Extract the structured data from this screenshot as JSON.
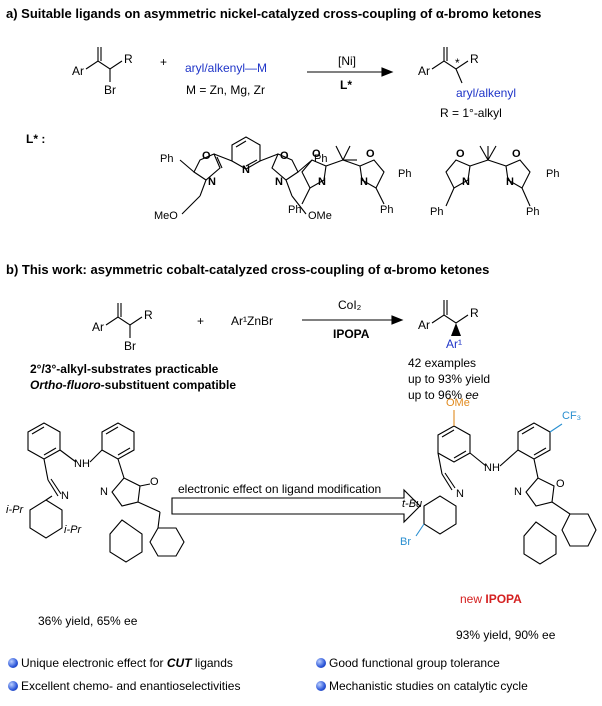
{
  "panel_a": {
    "title": "a) Suitable ligands on asymmetric nickel-catalyzed cross-coupling of  α-bromo ketones",
    "substrate": {
      "ar": "Ar",
      "r": "R",
      "br": "Br"
    },
    "plus": "+",
    "reagent": "aryl/alkenyl—M",
    "metals": "M = Zn, Mg, Zr",
    "catalyst": "[Ni]",
    "ligand": "L*",
    "product": {
      "ar": "Ar",
      "r": "R",
      "star": "*",
      "group": "aryl/alkenyl"
    },
    "r_note": "R = 1°-alkyl",
    "ligand_label": "L* :",
    "ligand1": {
      "ph_left": "Ph",
      "ph_right": "Ph",
      "meo": "MeO",
      "ome": "OMe"
    },
    "ligand2": {
      "ph_left": "Ph",
      "ph_right": "Ph"
    },
    "ligand3": {
      "ph_top_left": "Ph",
      "ph_top_right": "Ph",
      "ph_bot_left": "Ph",
      "ph_bot_right": "Ph"
    }
  },
  "panel_b": {
    "title": "b) This work: asymmetric cobalt-catalyzed cross-coupling of α-bromo ketones",
    "substrate": {
      "ar": "Ar",
      "r": "R",
      "br": "Br"
    },
    "plus": "+",
    "reagent": "Ar¹ZnBr",
    "catalyst": "CoI₂",
    "ligand": "IPOPA",
    "product": {
      "ar": "Ar",
      "r": "R",
      "ar1": "Ar¹"
    },
    "note1": "2°/3°-alkyl-substrates practicable",
    "note2_italic": "Ortho-fluoro",
    "note2_rest": "-substituent compatible",
    "examples": "42 examples",
    "yield": "up to 93% yield",
    "ee_prefix": "up to 96% ",
    "ee_italic": "ee"
  },
  "ligands": {
    "left": {
      "ipr1": "i-Pr",
      "ipr2": "i-Pr",
      "nh": "NH",
      "result": "36% yield, 65% ee"
    },
    "arrow_text": "electronic effect on ligand modification",
    "right": {
      "ome": "OMe",
      "cf3": "CF₃",
      "tbu": "t-Bu",
      "br": "Br",
      "nh": "NH",
      "name_prefix": "new ",
      "name": "IPOPA",
      "result": "93% yield, 90% ee"
    }
  },
  "features": [
    {
      "text_pre": "Unique electronic effect for ",
      "text_em": "CUT",
      "text_post": " ligands"
    },
    {
      "text_pre": "Good functional group tolerance",
      "text_em": "",
      "text_post": ""
    },
    {
      "text_pre": "Excellent chemo- and enantioselectivities",
      "text_em": "",
      "text_post": ""
    },
    {
      "text_pre": "Mechanistic studies on catalytic cycle",
      "text_em": "",
      "text_post": ""
    }
  ],
  "colors": {
    "blue": "#1f35c8",
    "orange": "#e08a1e",
    "cyan": "#2a8fd0",
    "red": "#d42020"
  }
}
